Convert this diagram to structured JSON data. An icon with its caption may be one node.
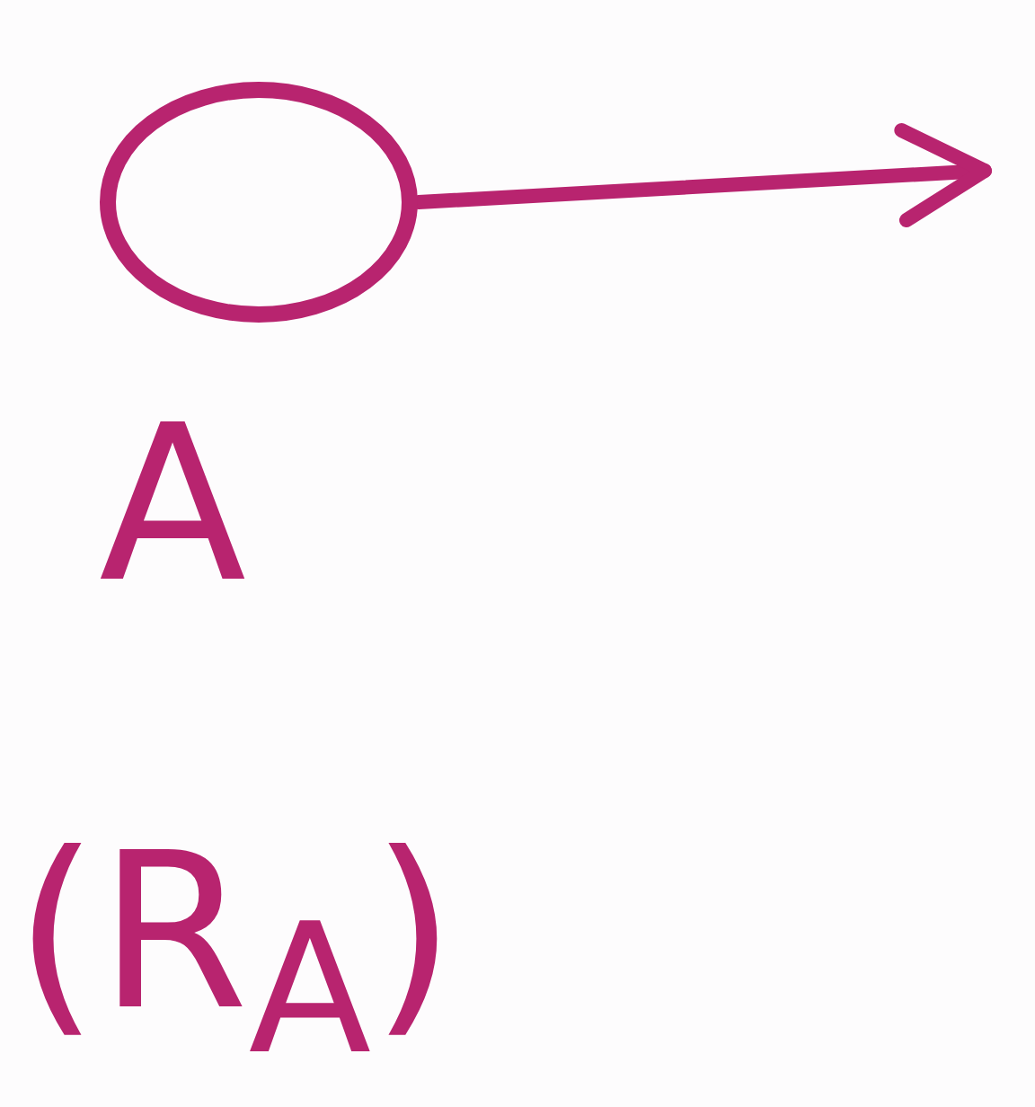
{
  "diagram": {
    "nodes": [
      {
        "text": [],
        "shape": "circle",
        "beside": [
          "A",
          "(R$_{A}$)"
        ]
      }
    ]
  }
}
